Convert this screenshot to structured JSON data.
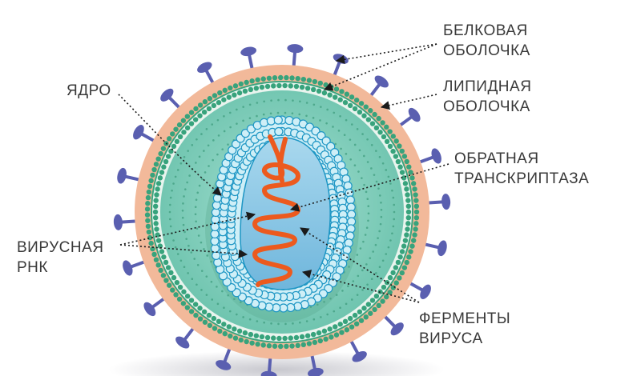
{
  "labels": {
    "protein_shell": [
      "БЕЛКОВАЯ",
      "ОБОЛОЧКА"
    ],
    "lipid_shell": [
      "ЛИПИДНАЯ",
      "ОБОЛОЧКА"
    ],
    "nucleus": [
      "ЯДРО"
    ],
    "reverse_transcriptase": [
      "ОБРАТНАЯ",
      "ТРАНСКРИПТАЗА"
    ],
    "viral_rna": [
      "ВИРУСНАЯ",
      "РНК"
    ],
    "virus_enzymes": [
      "ФЕРМЕНТЫ",
      "ВИРУСА"
    ]
  },
  "colors": {
    "outer_ring": "#f2b99a",
    "lipid_layer": "#37a37c",
    "inner_fill": "#86d1c0",
    "core_bubble": "#cfeff7",
    "core_outline": "#1e96c4",
    "core_interior": "#7fc0e0",
    "rna": "#ec5a1e",
    "spike": "#5a5fb0",
    "pointer": "#1b1b1b",
    "text": "#3a3a3a"
  }
}
